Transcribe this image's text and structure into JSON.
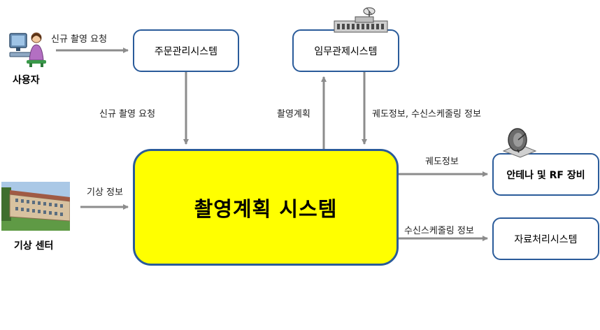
{
  "nodes": {
    "main": "촬영계획 시스템",
    "order_mgmt": "주문관리시스템",
    "mission_ctrl": "임무관제시스템",
    "antenna": "안테나 및 RF 장비",
    "data_proc": "자료처리시스템"
  },
  "actors": {
    "user": "사용자",
    "weather_center": "기상 센터"
  },
  "flows": {
    "user_to_order": "신규 촬영 요청",
    "order_to_main": "신규 촬영 요청",
    "main_to_mission": "촬영계획",
    "mission_to_main": "궤도정보, 수신스케줄링 정보",
    "weather_to_main": "기상 정보",
    "main_to_antenna": "궤도정보",
    "main_to_dataproc": "수신스케줄링 정보"
  },
  "colors": {
    "main_fill": "#ffff00",
    "box_border": "#2a5b9a",
    "arrow": "#8c8c8c"
  },
  "icons": [
    "user-computer-icon",
    "building-icon",
    "mission-building-icon",
    "satellite-dish-icon"
  ]
}
